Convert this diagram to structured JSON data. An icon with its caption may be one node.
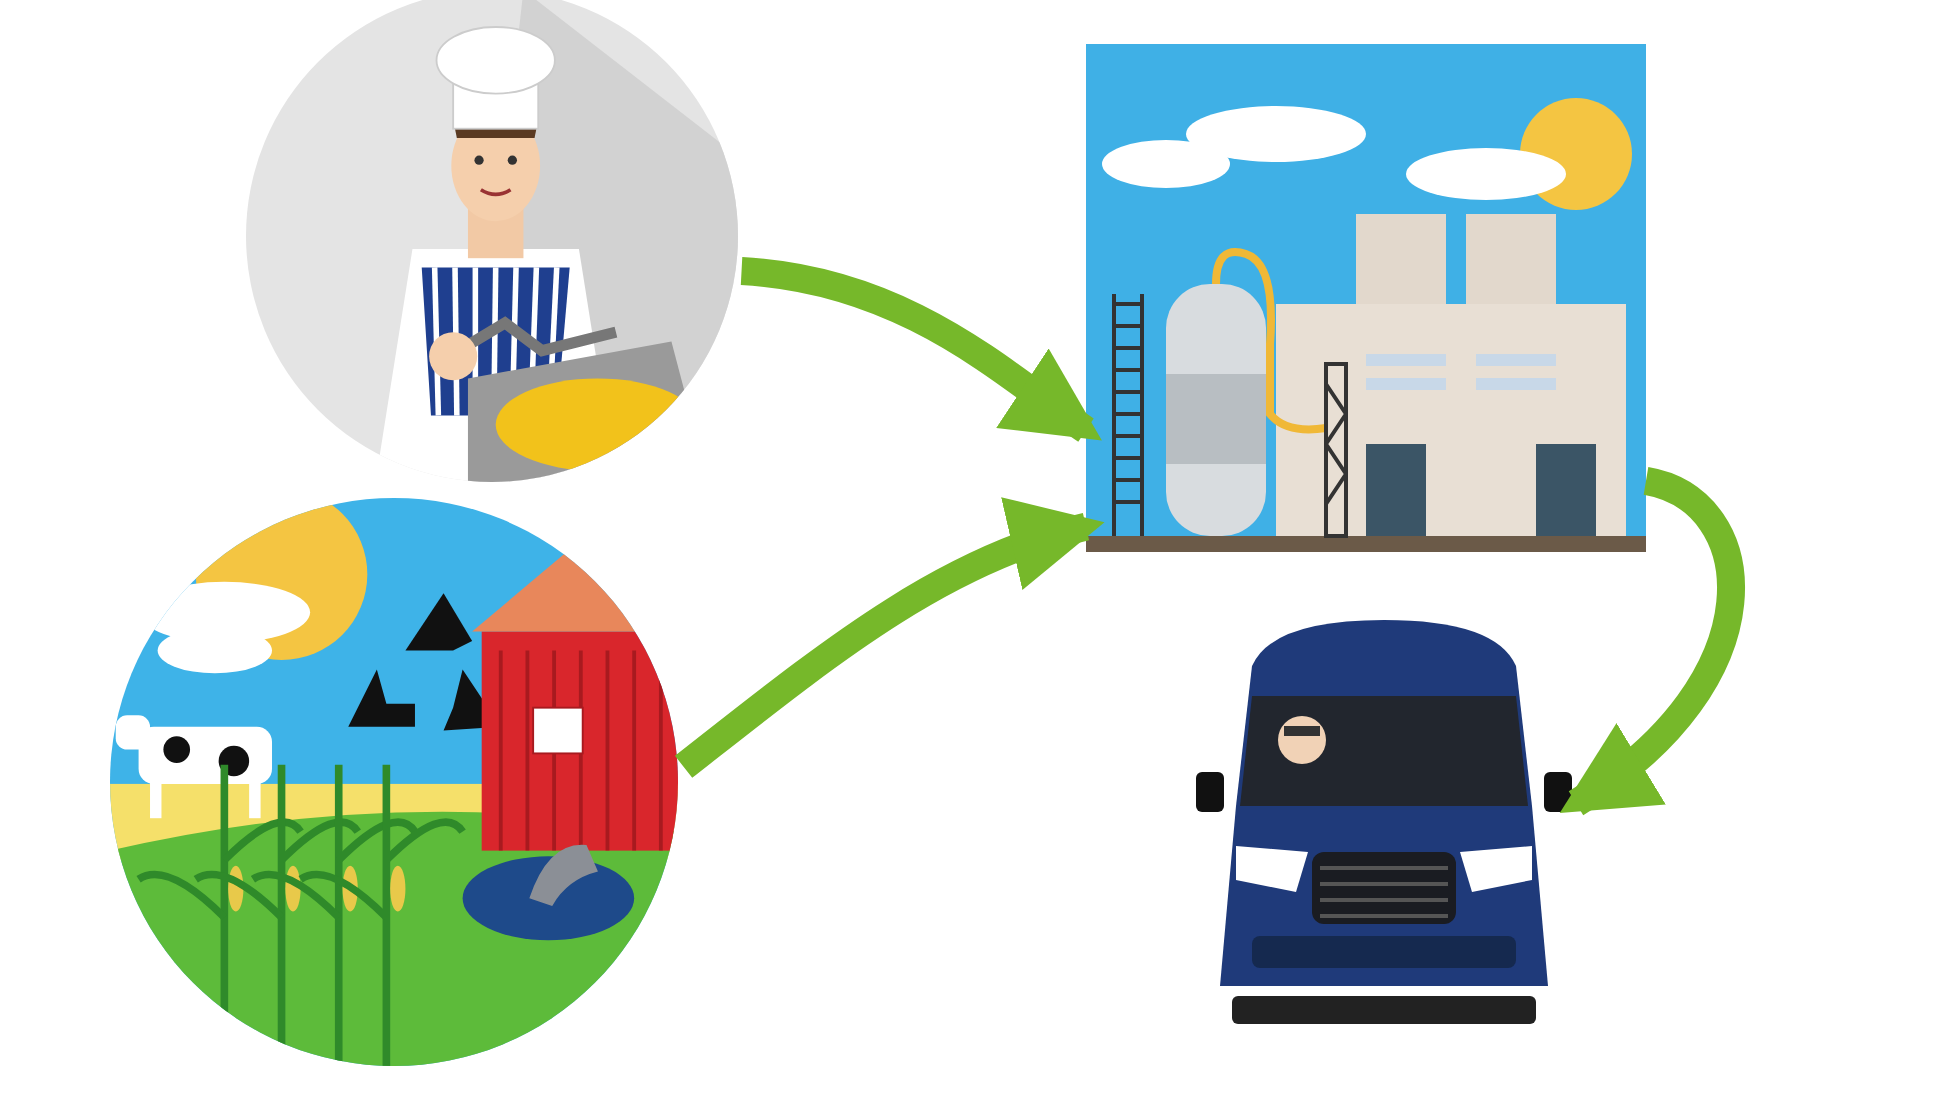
{
  "diagram": {
    "nodes": [
      {
        "text": [],
        "shape": "picture"
      },
      {
        "text": [],
        "shape": "picture"
      },
      {
        "text": [],
        "shape": "picture"
      },
      {
        "text": [],
        "shape": "picture"
      }
    ],
    "edges": [
      {
        "from": 0,
        "to": 2,
        "arrow": "to"
      },
      {
        "from": 1,
        "to": 2,
        "arrow": "to"
      },
      {
        "from": 2,
        "to": 3,
        "arrow": "to"
      }
    ]
  }
}
